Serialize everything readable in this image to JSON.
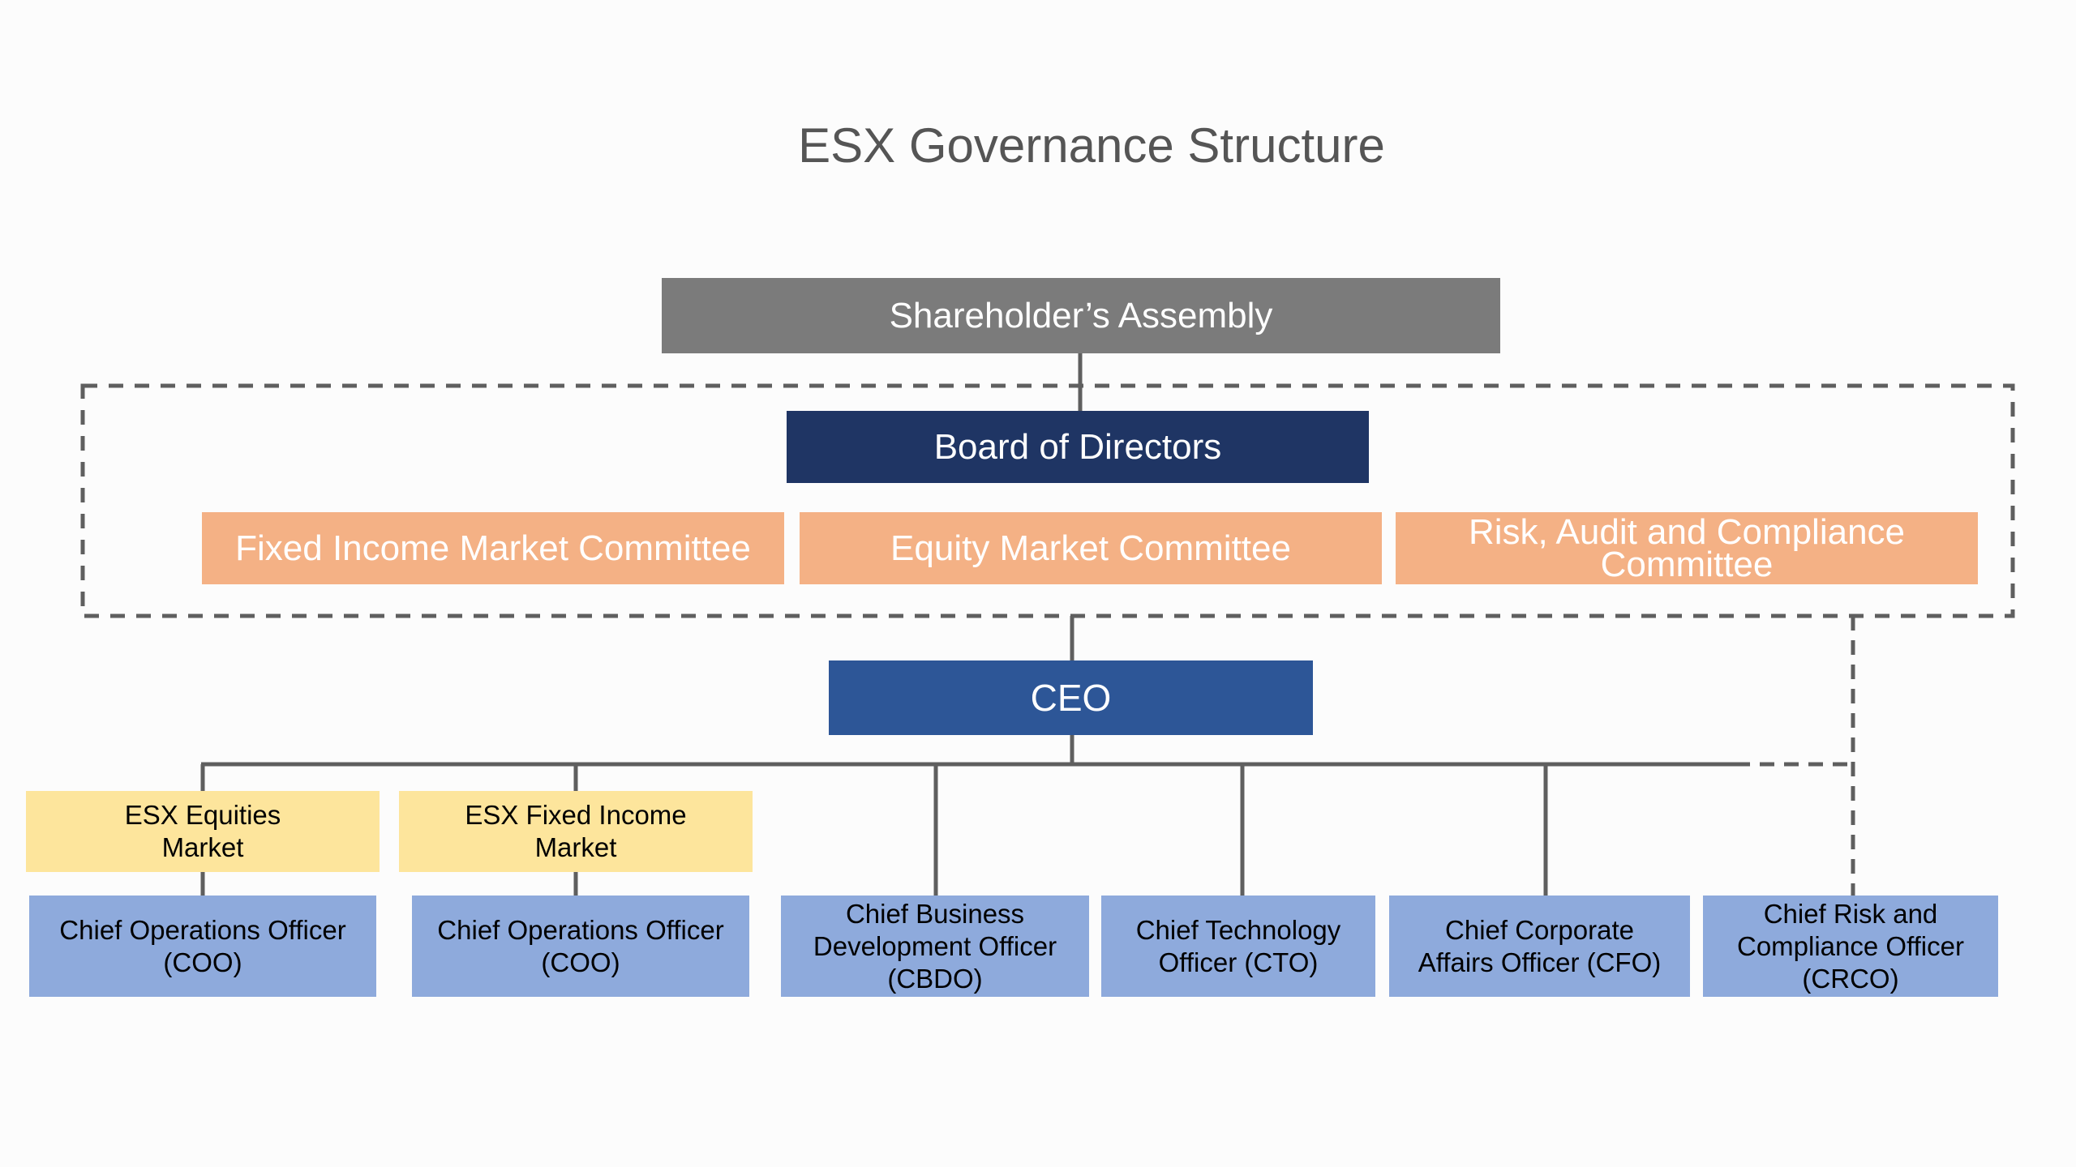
{
  "title": "ESX Governance Structure",
  "shareholders": "Shareholder’s Assembly",
  "board": "Board of Directors",
  "committees": [
    "Fixed Income Market Committee",
    "Equity Market Committee",
    "Risk, Audit and Compliance Committee"
  ],
  "ceo": "CEO",
  "markets": [
    "ESX Equities Market",
    "ESX Fixed Income Market"
  ],
  "officers": [
    "Chief Operations Officer (COO)",
    "Chief Operations Officer (COO)",
    "Chief Business Development Officer (CBDO)",
    "Chief Technology Officer (CTO)",
    "Chief Corporate Affairs Officer (CFO)",
    "Chief Risk and Compliance Officer (CRCO)"
  ],
  "colors": {
    "shareholders": "#7b7b7b",
    "board": "#1f3564",
    "committee": "#f4b185",
    "ceo": "#2d5697",
    "market": "#fde59c",
    "officer": "#8eaadc",
    "connector": "#5f5f5f"
  }
}
